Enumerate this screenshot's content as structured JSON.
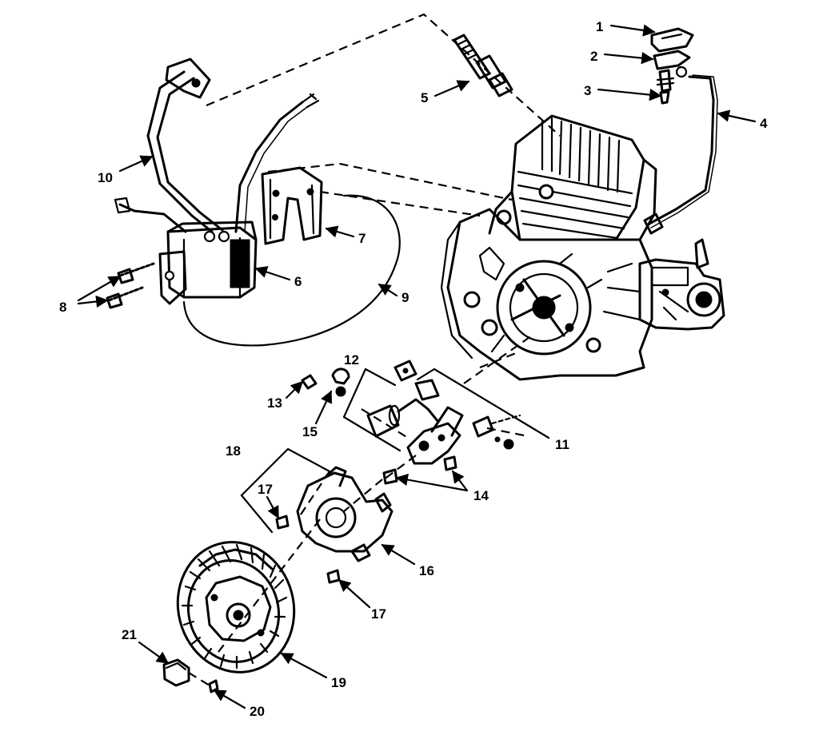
{
  "callouts": [
    {
      "id": "1",
      "label": "1"
    },
    {
      "id": "2",
      "label": "2"
    },
    {
      "id": "3",
      "label": "3"
    },
    {
      "id": "4",
      "label": "4"
    },
    {
      "id": "5",
      "label": "5"
    },
    {
      "id": "6",
      "label": "6"
    },
    {
      "id": "7",
      "label": "7"
    },
    {
      "id": "8",
      "label": "8"
    },
    {
      "id": "9",
      "label": "9"
    },
    {
      "id": "10",
      "label": "10"
    },
    {
      "id": "11",
      "label": "11"
    },
    {
      "id": "12",
      "label": "12"
    },
    {
      "id": "13",
      "label": "13"
    },
    {
      "id": "14",
      "label": "14"
    },
    {
      "id": "15",
      "label": "15"
    },
    {
      "id": "16",
      "label": "16"
    },
    {
      "id": "17a",
      "label": "17"
    },
    {
      "id": "17b",
      "label": "17"
    },
    {
      "id": "18",
      "label": "18"
    },
    {
      "id": "19",
      "label": "19"
    },
    {
      "id": "20",
      "label": "20"
    },
    {
      "id": "21",
      "label": "21"
    }
  ]
}
